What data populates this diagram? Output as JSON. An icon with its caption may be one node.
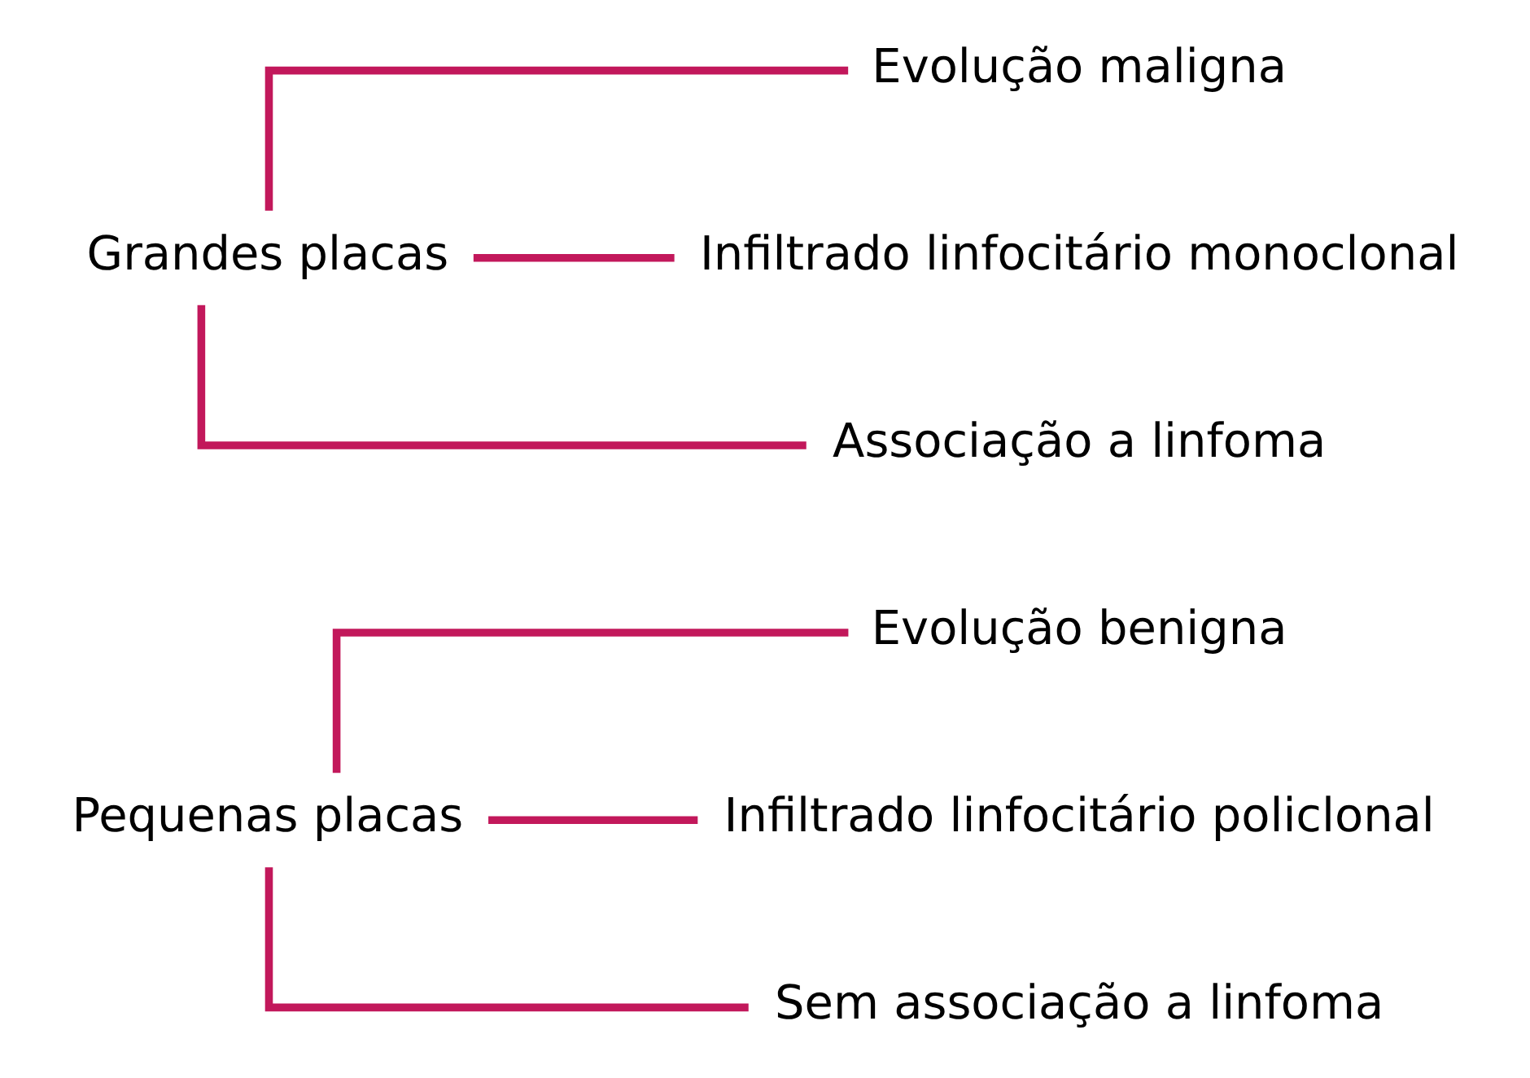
{
  "diagram": {
    "nodes": [
      {
        "text": [
          "Pequenas placas"
        ]
      },
      {
        "text": [
          "Evolução benigna"
        ]
      },
      {
        "text": [
          "Infiltrado linfocitário policlonal"
        ]
      },
      {
        "text": [
          "Sem associação a linfoma"
        ]
      },
      {
        "text": [
          "Grandes placas"
        ]
      },
      {
        "text": [
          "Evolução maligna"
        ]
      },
      {
        "text": [
          "Infiltrado linfocitário monoclonal"
        ]
      },
      {
        "text": [
          "Associação a linfoma"
        ]
      }
    ],
    "edges": [
      {
        "from": 0,
        "to": 1,
        "arrow": "none"
      },
      {
        "from": 0,
        "to": 2,
        "arrow": "none"
      },
      {
        "from": 0,
        "to": 3,
        "arrow": "none"
      },
      {
        "from": 4,
        "to": 5,
        "arrow": "none"
      },
      {
        "from": 4,
        "to": 6,
        "arrow": "none"
      },
      {
        "from": 4,
        "to": 7,
        "arrow": "none"
      }
    ]
  }
}
